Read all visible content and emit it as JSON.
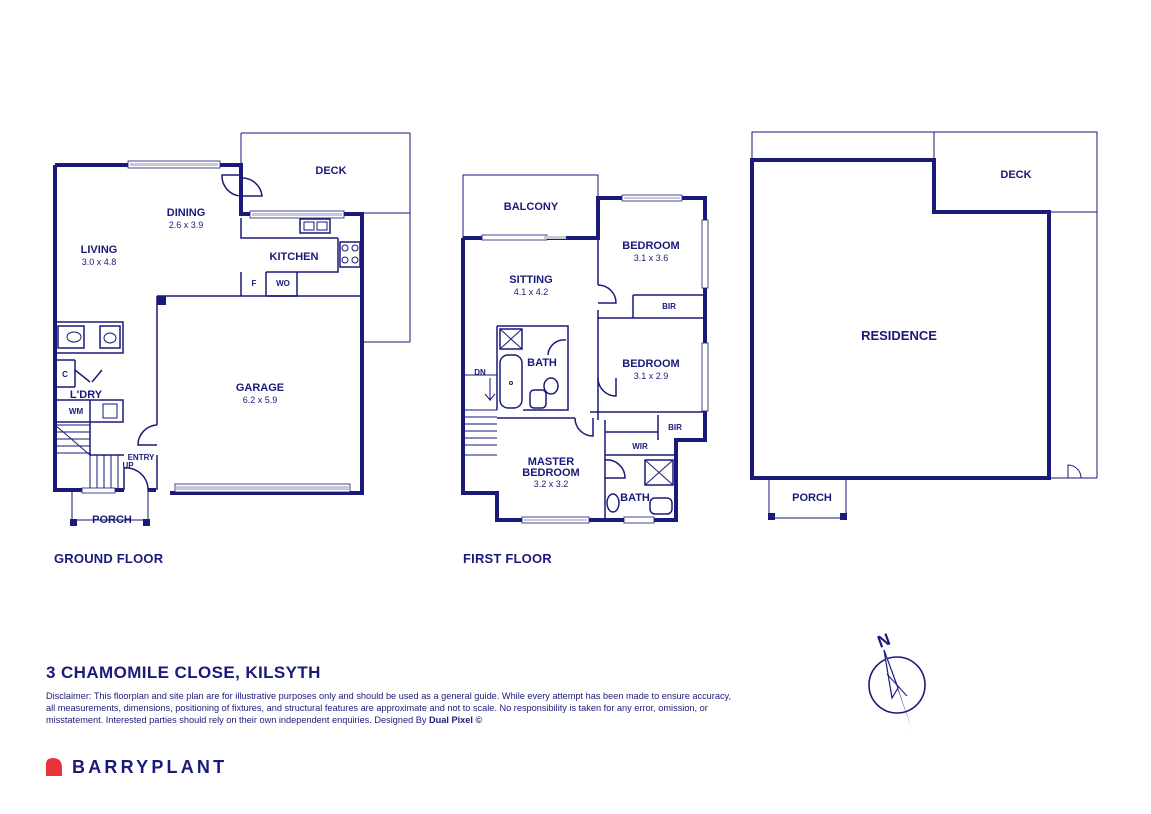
{
  "floors": {
    "ground": "GROUND FLOOR",
    "first": "FIRST FLOOR"
  },
  "rooms": {
    "deck_ground": "DECK",
    "dining": "DINING",
    "dining_dim": "2.6 x 3.9",
    "living": "LIVING",
    "living_dim": "3.0 x 4.8",
    "kitchen": "KITCHEN",
    "fridge": "F",
    "wall_oven": "WO",
    "garage": "GARAGE",
    "garage_dim": "6.2 x 5.9",
    "cupboard": "C",
    "laundry": "L'DRY",
    "washing_machine": "WM",
    "entry": "ENTRY",
    "stair_up": "UP",
    "porch_ground": "PORCH",
    "balcony": "BALCONY",
    "sitting": "SITTING",
    "sitting_dim": "4.1 x 4.2",
    "bedroom1": "BEDROOM",
    "bedroom1_dim": "3.1 x 3.6",
    "bir1": "BIR",
    "bedroom2": "BEDROOM",
    "bedroom2_dim": "3.1 x 2.9",
    "bir2": "BIR",
    "bath_first": "BATH",
    "stair_down": "DN",
    "master_bedroom_line1": "MASTER",
    "master_bedroom_line2": "BEDROOM",
    "master_dim": "3.2 x 3.2",
    "wir": "WIR",
    "ensuite_bath": "BATH",
    "deck_site": "DECK",
    "residence": "RESIDENCE",
    "porch_site": "PORCH"
  },
  "compass": {
    "north_label": "N"
  },
  "address": "3 CHAMOMILE CLOSE, KILSYTH",
  "disclaimer": {
    "text": "Disclaimer: This floorplan and site plan are for illustrative purposes only and should be used as a general guide. While every attempt has been made to ensure accuracy, all measurements, dimensions, positioning of fixtures, and structural features are approximate and not to scale. No responsibility is taken for any error, omission, or misstatement. Interested parties should rely on their own independent enquiries. Designed By ",
    "designer": "Dual Pixel ©"
  },
  "brand": {
    "name": "BARRYPLANT",
    "accent_color": "#e8323c",
    "ink_color": "#1a1a7a"
  }
}
